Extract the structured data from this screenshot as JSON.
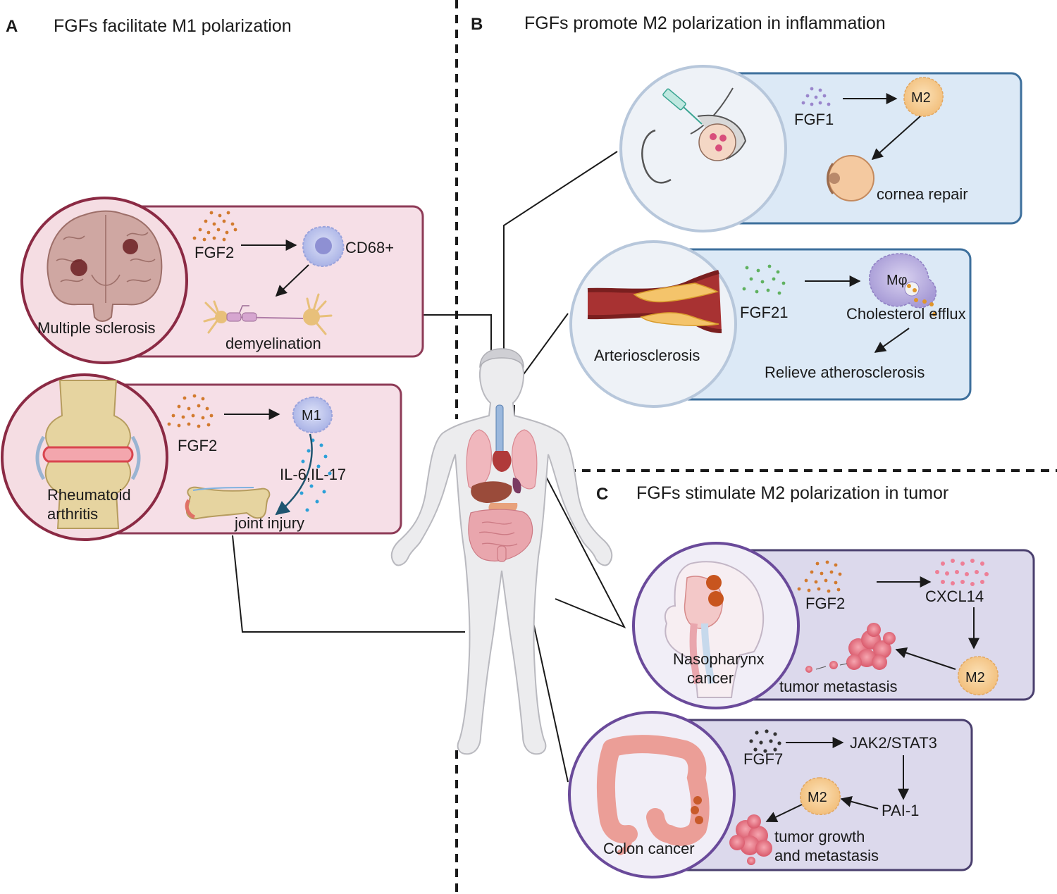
{
  "panels": {
    "A": {
      "letter": "A",
      "title": "FGFs facilitate M1 polarization",
      "multiple_sclerosis": {
        "disease": "Multiple sclerosis",
        "factor": "FGF2",
        "cell": "CD68+",
        "outcome": "demyelination"
      },
      "rheumatoid_arthritis": {
        "disease_line1": "Rheumatoid",
        "disease_line2": "arthritis",
        "factor": "FGF2",
        "cell": "M1",
        "cytokines": "IL-6,IL-17",
        "outcome": "joint injury"
      }
    },
    "B": {
      "letter": "B",
      "title": "FGFs promote M2 polarization in inflammation",
      "cornea": {
        "factor": "FGF1",
        "cell": "M2",
        "outcome": "cornea repair"
      },
      "arteriosclerosis": {
        "disease": "Arteriosclerosis",
        "factor": "FGF21",
        "cell": "Mφ",
        "process": "Cholesterol efflux",
        "outcome": "Relieve atherosclerosis"
      }
    },
    "C": {
      "letter": "C",
      "title": "FGFs stimulate M2 polarization in tumor",
      "nasopharynx": {
        "disease_line1": "Nasopharynx",
        "disease_line2": "cancer",
        "factor": "FGF2",
        "mediator": "CXCL14",
        "cell": "M2",
        "outcome": "tumor metastasis"
      },
      "colon": {
        "disease": "Colon cancer",
        "factor": "FGF7",
        "pathway": "JAK2/STAT3",
        "mediator": "PAI-1",
        "cell": "M2",
        "outcome_line1": "tumor growth",
        "outcome_line2": "and metastasis"
      }
    }
  },
  "colors": {
    "pink_box_fill": "#f6dfe7",
    "pink_box_stroke": "#8e3b57",
    "blue_box_fill": "#dce9f6",
    "blue_box_stroke": "#3d6f9c",
    "purple_box_fill": "#dcd9ec",
    "purple_box_stroke": "#4a3f6e",
    "circle_pink_stroke": "#8b2a44",
    "circle_blue_stroke": "#b7c7db",
    "circle_purple_stroke": "#6a4a9a",
    "m2_cell": "#f7cf97",
    "m1_cell": "#c9cff0"
  }
}
